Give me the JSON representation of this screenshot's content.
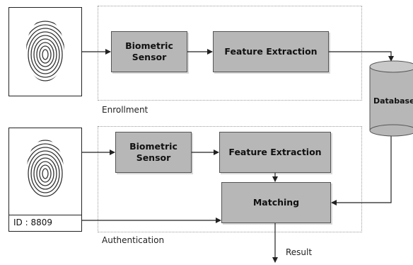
{
  "enrollment": {
    "label": "Enrollment",
    "sensor_label": "Biometric Sensor",
    "feature_label": "Feature Extraction"
  },
  "authentication": {
    "label": "Authentication",
    "sensor_label": "Biometric Sensor",
    "feature_label": "Feature Extraction",
    "matching_label": "Matching",
    "id_label": "ID : 8809"
  },
  "database": {
    "label": "Database"
  },
  "result": {
    "label": "Result"
  },
  "colors": {
    "block_fill": "#b7b7b7",
    "line": "#222222"
  }
}
